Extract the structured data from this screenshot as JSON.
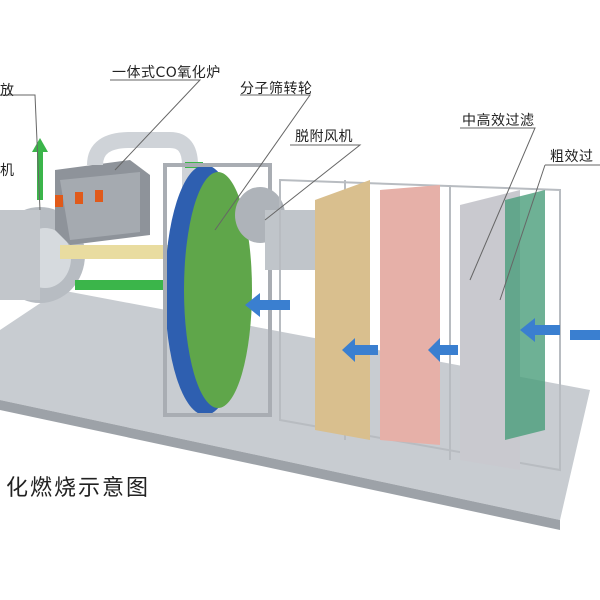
{
  "labels": {
    "exhaust": "放",
    "fan": "机",
    "co_oxidizer": "一体式CO氧化炉",
    "zeolite_rotor": "分子筛转轮",
    "desorption_fan": "脱附风机",
    "medium_high_filter": "中高效过滤",
    "coarse_filter": "粗效过"
  },
  "caption": "化燃烧示意图",
  "colors": {
    "flow_arrow_green": "#3bb54a",
    "flow_arrow_blue": "#3a7fd0",
    "rotor_green": "#5fa64a",
    "rotor_blue": "#2e5fb0",
    "filter_tan": "#d9bf8e",
    "filter_pink": "#e6b0a8",
    "filter_gray": "#c9c9cf",
    "frame_gray": "#a9adb3"
  }
}
